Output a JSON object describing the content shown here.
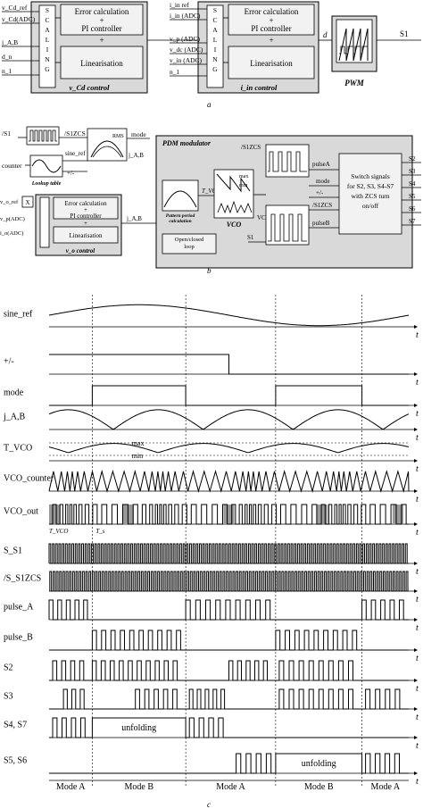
{
  "panel_a": {
    "caption": "a",
    "block1": {
      "inputs": [
        "v_Cd_ref",
        "v_Cd(ADC)",
        "j_A,B",
        "d_n",
        "n_1"
      ],
      "scaling": "SCALING",
      "box1_line1": "Error calculation",
      "box1_line2": "+",
      "box1_line3": "PI controller",
      "plus": "+",
      "box2": "Linearisation",
      "title": "v_Cd control"
    },
    "block2": {
      "inputs": [
        "i_in ref",
        "i_in (ADC)",
        "v_p (ADC)",
        "v_dc (ADC)",
        "v_in (ADC)",
        "n_1"
      ],
      "scaling": "SCALING",
      "box1_line1": "Error calculation",
      "box1_line2": "+",
      "box1_line3": "PI controller",
      "plus": "+",
      "box2": "Linearisation",
      "title": "i_in control"
    },
    "d_label": "d",
    "pwm_title": "PWM",
    "out_label": "S1"
  },
  "panel_b": {
    "caption": "b",
    "s1_label": "/S1",
    "s1zcs_label": "/S1ZCS",
    "mode_label": "mode",
    "counter_label": "counter",
    "sineref_label": "sine_ref",
    "pm_label": "+/-",
    "lookup_label": "Lookup table",
    "rms_label": "RMS",
    "jab_label": "j_A,B",
    "vref_label": "v_o_ref",
    "vp_label": "v_p(ADC)",
    "io_label": "i_o(ADC)",
    "x_label": "X",
    "vo_block": {
      "box1_line1": "Error calculation",
      "box1_line2": "+",
      "box1_line3": "PI controller",
      "plus": "+",
      "box2": "Linearisation",
      "title": "v_o control",
      "out": "j_A,B"
    },
    "pdm": {
      "title": "PDM modulator",
      "pattern_label": "Pattern period calculation",
      "tvco": "T_VCO",
      "max": "max",
      "min": "min",
      "vco": "VCO",
      "vcoout": "VCO_out",
      "s1": "S1",
      "s1zcs": "/S1ZCS",
      "openclosed": "Open/closed loop",
      "pulseA": "pulseA",
      "mode": "mode",
      "pm": "+/-",
      "s1zcs2": "/S1ZCS",
      "pulseB": "pulseB",
      "switch_text": [
        "Switch signals",
        "for S2, S3, S4-S7",
        "with ZCS turn",
        "on/off"
      ],
      "outputs": [
        "S2",
        "S3",
        "S4",
        "S5",
        "S6",
        "S7"
      ]
    }
  },
  "panel_c": {
    "caption": "c",
    "signals": [
      "sine_ref",
      "+/-",
      "mode",
      "j_A,B",
      "T_VCO",
      "VCO_counter",
      "VCO_out",
      "S_S1",
      "/S_S1ZCS",
      "pulse_A",
      "pulse_B",
      "S2",
      "S3",
      "S4, S7",
      "S5, S6"
    ],
    "t_label": "t",
    "max": "max",
    "min": "min",
    "tvco_small": "T_VCO",
    "ts_small": "T_s",
    "unfolding1": "unfolding",
    "unfolding2": "unfolding",
    "modes": [
      "Mode A",
      "Mode B",
      "Mode A",
      "Mode B",
      "Mode A"
    ]
  }
}
